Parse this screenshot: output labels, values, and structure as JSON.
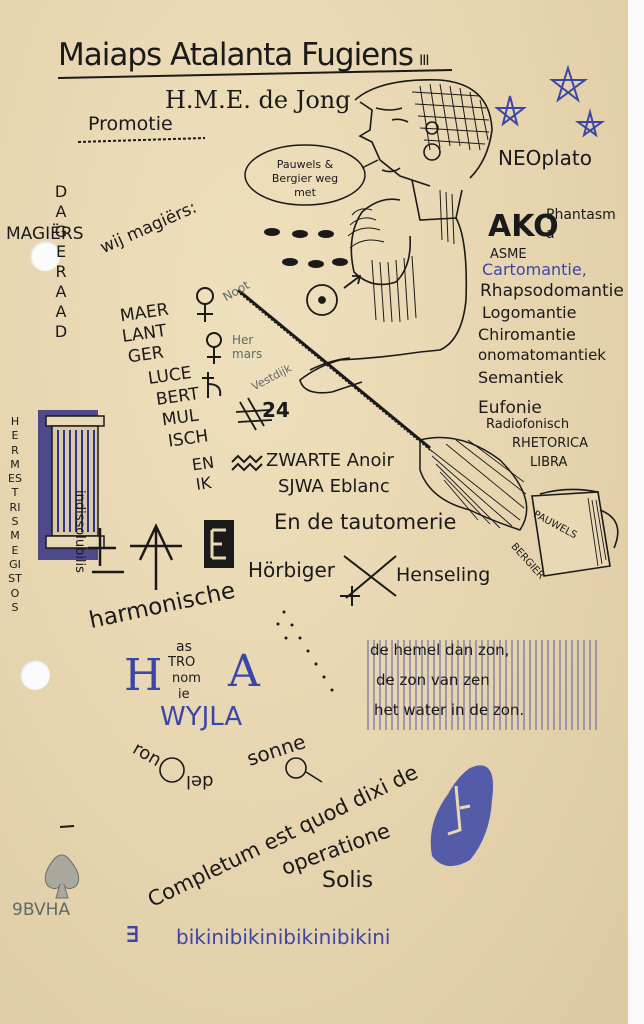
{
  "title": "Maiaps Atalanta Fugiens",
  "title_suffix": "III",
  "author": "H.M.E. de Jong",
  "promotie": "Promotie",
  "speech_bubble": "Pauwels & Bergier weg met",
  "neoplato": "NEOplato",
  "ako": "AKO",
  "phantasm": "Phantasm a",
  "asme": "ASME",
  "mantic_terms": [
    "Cartomantie,",
    "Rhapsodomantie",
    "Logomantie",
    "Chiromantie",
    "onomatomantiek",
    "Semantiek"
  ],
  "eufonie": "Eufonie",
  "radiofonisch": "Radiofonisch",
  "rhetorica": "RHETORICA",
  "libra": "LIBRA",
  "dageraad_letters": [
    "D",
    "A",
    "G",
    "E",
    "R",
    "A",
    "A",
    "D"
  ],
  "magiers": "MAGIËRS",
  "wij_magiers": "wij magiërs:",
  "names": [
    "MAER",
    "LANT",
    "GER",
    "LUCE",
    "BERT",
    "MUL",
    "ISCH",
    "EN",
    "IK"
  ],
  "noot": "Noot",
  "hermars": "Her mars",
  "vestdijk": "Vestdijk",
  "num_24": "24",
  "zwarte": "ZWARTE Anoir",
  "sjwa": "SJWA Eblanc",
  "tautomerie": "En de tautomerie",
  "hermes": "HERMES TRISMEGISTOS",
  "indissolubilis": "indissolubilis",
  "horbiger": "Hörbiger",
  "henseling": "Henseling",
  "harmonische": "harmonische",
  "astronomie": [
    "as",
    "TRO",
    "nom",
    "ie"
  ],
  "ha_h": "H",
  "ha_a": "A",
  "wijla": "WYJLA",
  "sonne": "sonne",
  "ron": "ron",
  "del": "del",
  "zon_lines": [
    "de hemel dan zon,",
    "de zon van zen",
    "het water in de zon."
  ],
  "completum": "Completum est quod dixi de",
  "operatione": "operatione",
  "solis": "Solis",
  "bvha": "9BVHA",
  "bikini": "bikinibikinibikinibikini",
  "bikini_mark": "∃",
  "pauwels_cup": [
    "PAUWELS",
    "BERGIER"
  ],
  "stars": 3,
  "colors": {
    "paper": "#e8d8b4",
    "ink": "#1a1a1a",
    "blue_ink": "#3b46a8",
    "grey_ink": "#5d6b66"
  }
}
